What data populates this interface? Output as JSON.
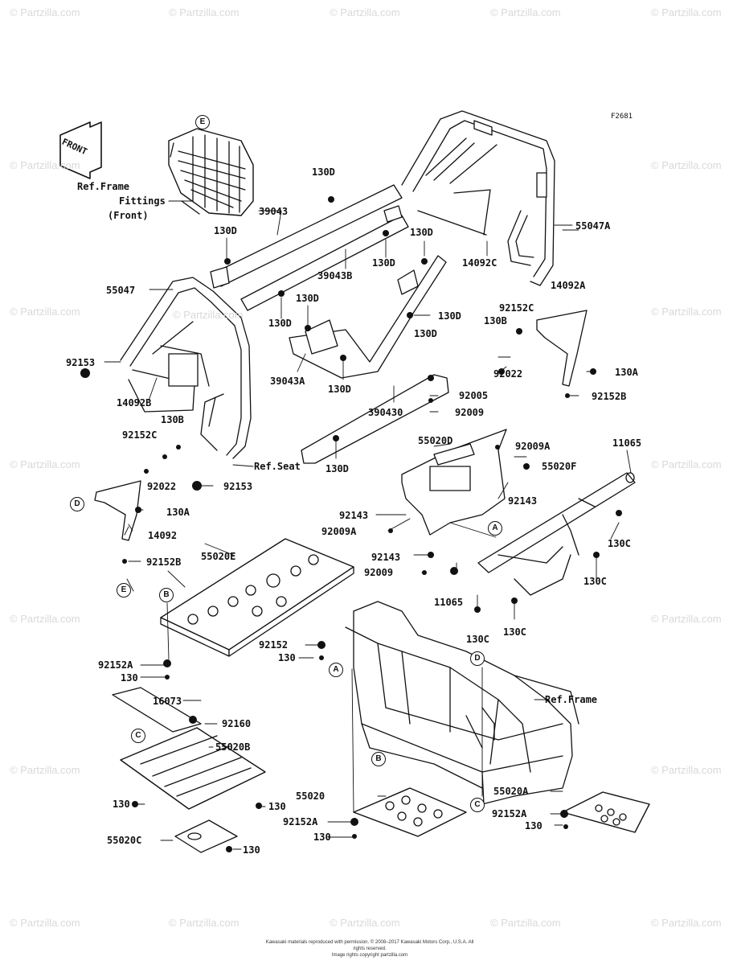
{
  "diagram": {
    "figure_code": "F2681",
    "front_label": "FRONT",
    "ref_frame_fittings": [
      "Ref.Frame",
      "Fittings",
      "(Front)"
    ],
    "ref_seat": "Ref.Seat",
    "ref_frame": "Ref.Frame",
    "watermark": "© Partzilla.com",
    "footer_line1": "Kawasaki materials reproduced with permission. © 2008–2017 Kawasaki Motors Corp., U.S.A. All rights reserved.",
    "footer_line2": "Image rights copyright partzilla.com"
  },
  "callouts": [
    "E",
    "D",
    "E",
    "B",
    "A",
    "D",
    "A",
    "C",
    "B",
    "C"
  ],
  "parts": [
    "130D",
    "39043",
    "39043B",
    "130D",
    "130D",
    "130D",
    "14092C",
    "55047A",
    "55047",
    "130D",
    "130D",
    "130D",
    "14092A",
    "92152C",
    "130B",
    "130A",
    "92153",
    "39043A",
    "130D",
    "130D",
    "92022",
    "92152B",
    "14092B",
    "390430",
    "92005",
    "92009",
    "130B",
    "92152C",
    "130D",
    "55020D",
    "92009A",
    "11065",
    "55020F",
    "92022",
    "92153",
    "92143",
    "130A",
    "92143",
    "92009A",
    "130C",
    "14092",
    "92152B",
    "55020E",
    "92143",
    "92009",
    "130C",
    "11065",
    "130C",
    "130C",
    "92152",
    "130",
    "92152A",
    "130",
    "16073",
    "92160",
    "55020B",
    "130",
    "130",
    "55020C",
    "130",
    "55020",
    "92152A",
    "130",
    "55020A",
    "92152A",
    "130"
  ]
}
